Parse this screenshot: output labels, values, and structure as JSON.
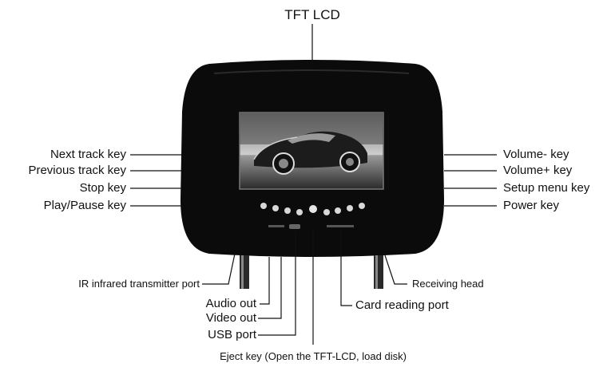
{
  "title": "TFT LCD",
  "left_labels": [
    "Next track key",
    "Previous track  key",
    "Stop key",
    "Play/Pause key"
  ],
  "right_labels": [
    "Volume- key",
    "Volume+ key",
    "Setup menu key",
    "Power key"
  ],
  "bottom_labels": {
    "ir_port": "IR infrared transmitter port",
    "audio_out": "Audio out",
    "video_out": "Video out",
    "usb_port": "USB port",
    "eject_key": "Eject key (Open the TFT-LCD, load disk)",
    "receiving_head": "Receiving head",
    "card_port": "Card reading port"
  },
  "icons": [
    "headrest-monitor-icon",
    "sports-car-image",
    "button-icon"
  ]
}
